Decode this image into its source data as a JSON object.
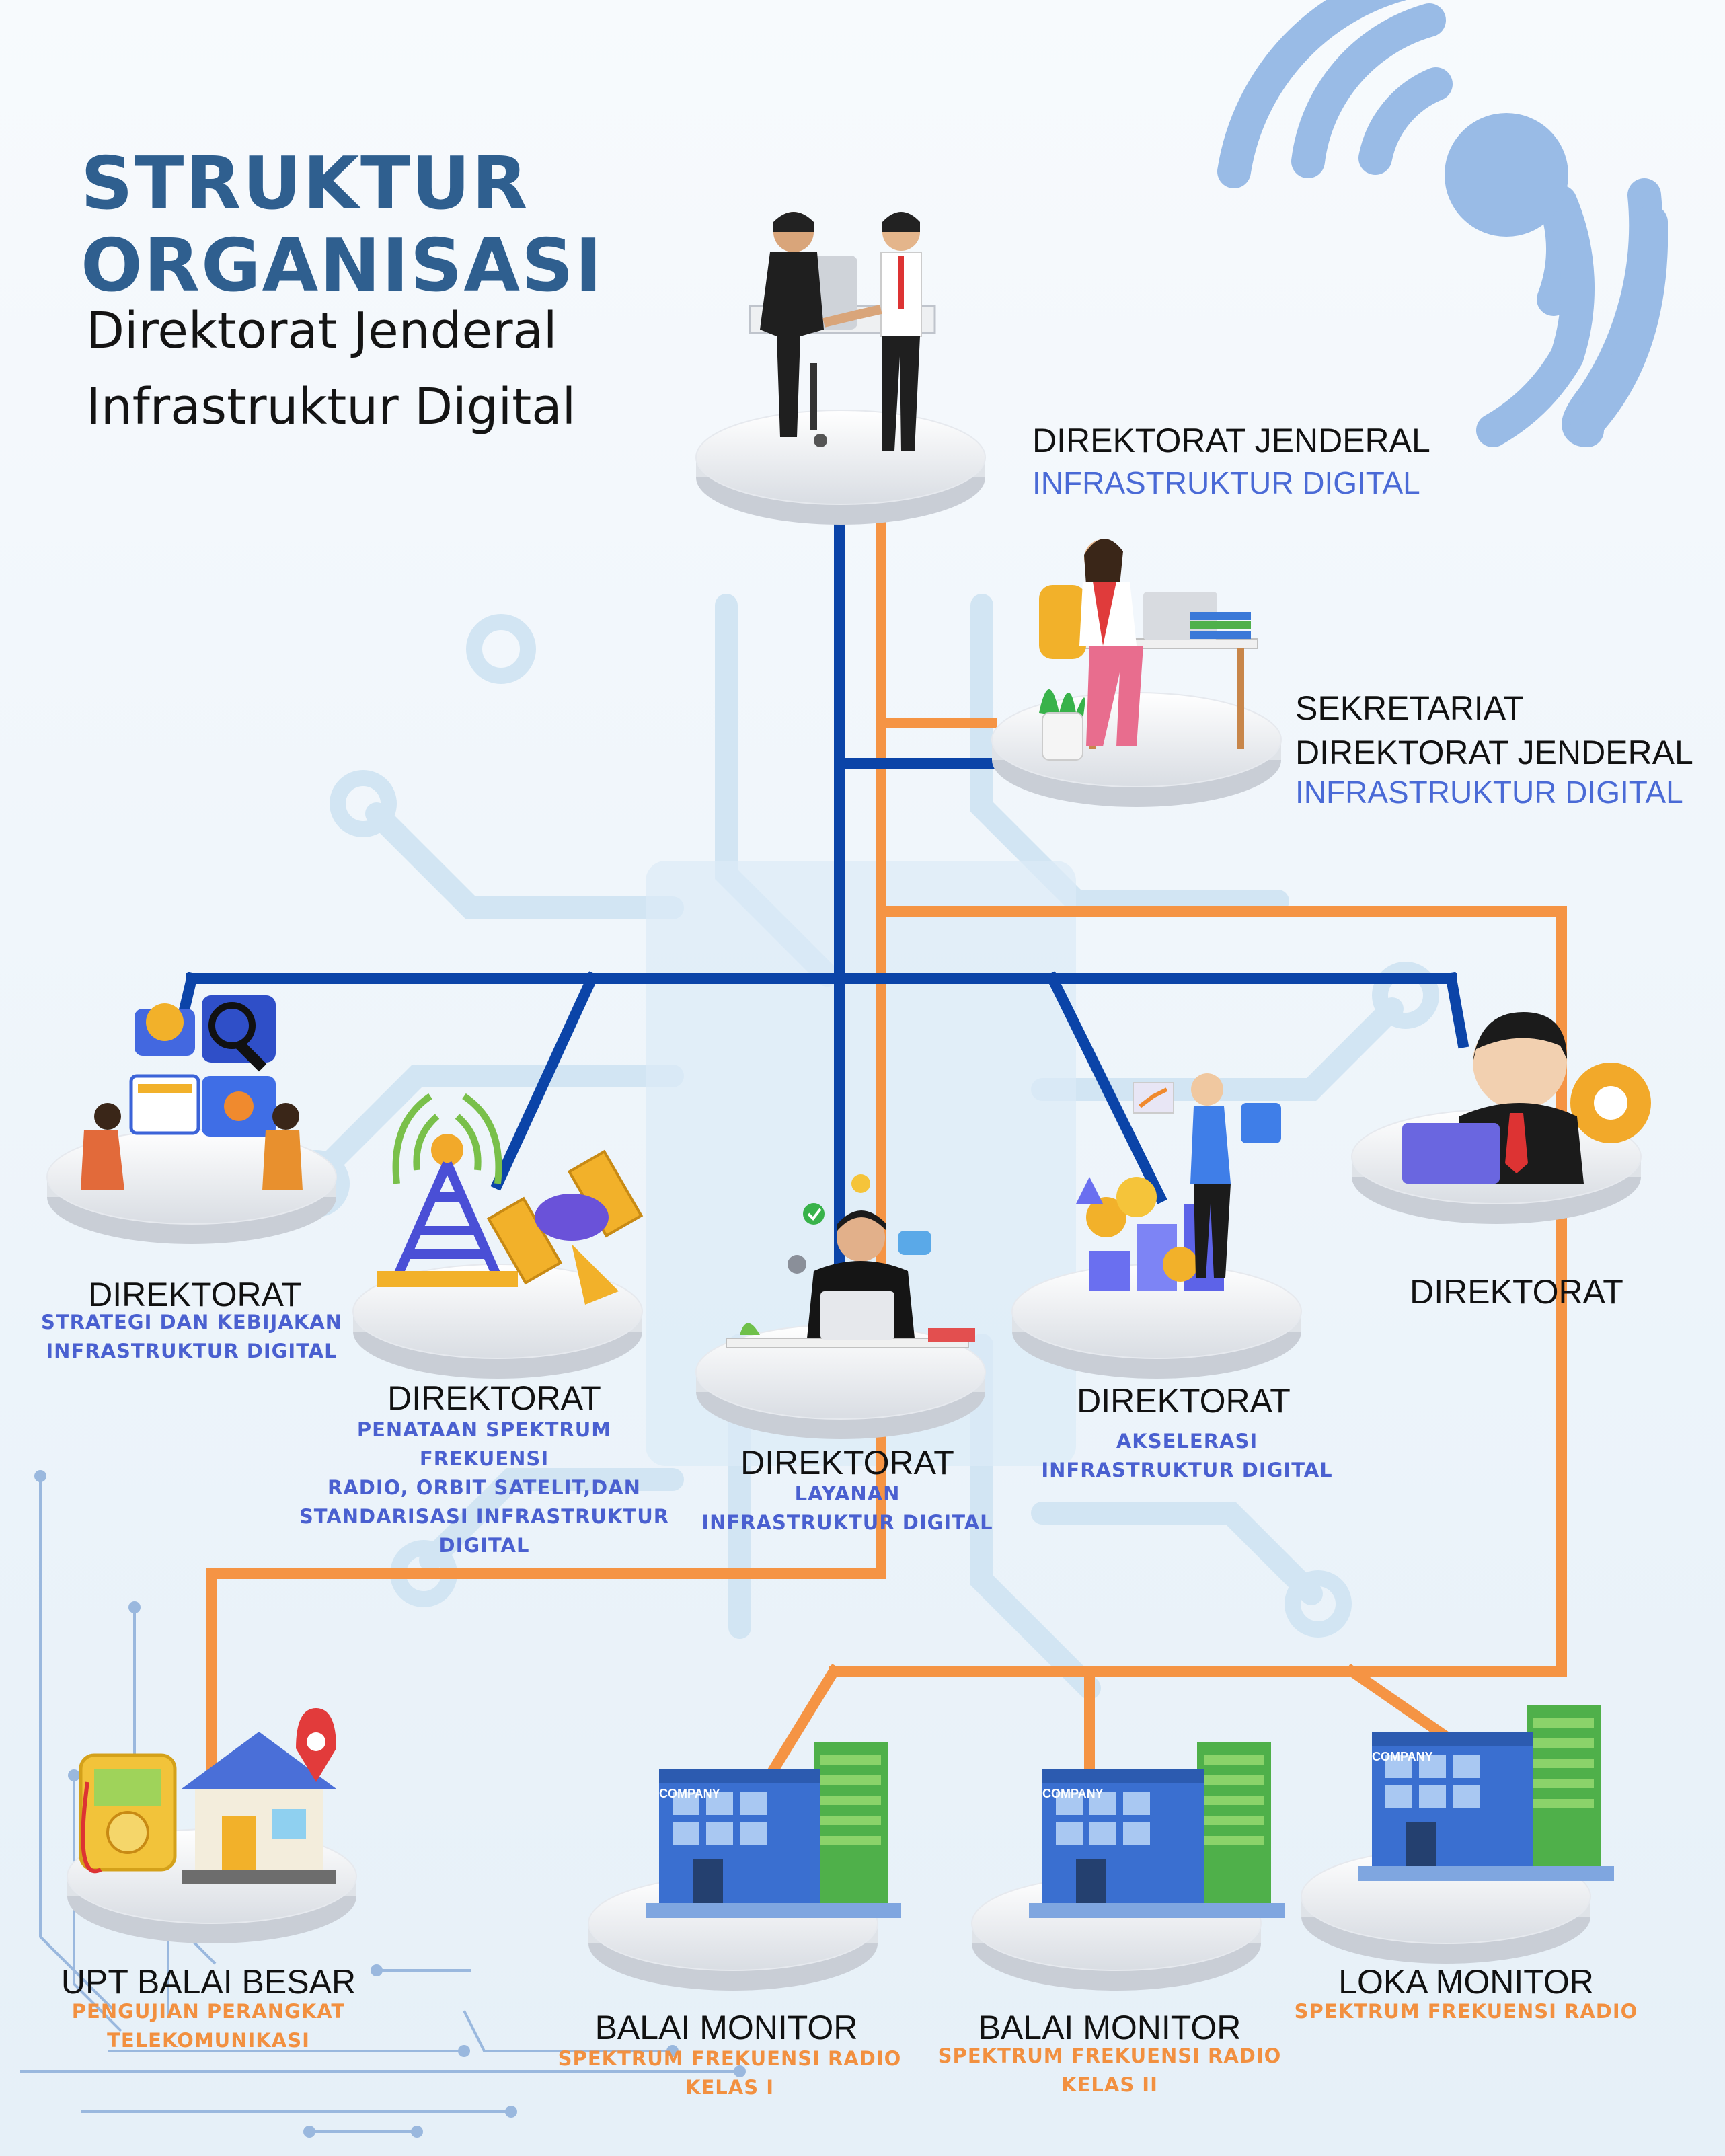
{
  "title": {
    "line1": "STRUKTUR",
    "line2": "ORGANISASI",
    "sub1": "Direktorat Jenderal",
    "sub2": "Infrastruktur Digital"
  },
  "colors": {
    "title": "#2f5f8f",
    "blue_line": "#0b44a8",
    "orange_line": "#f59444",
    "accent_blue_text": "#4a6ad6",
    "orange_text": "#f29040",
    "wifi": "#99bbe6"
  },
  "nodes": {
    "dirjen": {
      "line1": "DIREKTORAT JENDERAL",
      "line2": "INFRASTRUKTUR DIGITAL",
      "icon": "handshake-icon"
    },
    "sekretariat": {
      "line1": "SEKRETARIAT",
      "line2": "DIREKTORAT JENDERAL",
      "line3": "INFRASTRUKTUR DIGITAL",
      "icon": "office-desk-icon"
    },
    "dir_strategi": {
      "title": "DIREKTORAT",
      "desc1": "STRATEGI DAN KEBIJAKAN",
      "desc2": "INFRASTRUKTUR DIGITAL",
      "icon": "puzzle-team-icon"
    },
    "dir_spektrum": {
      "title": "DIREKTORAT",
      "desc1": "PENATAAN SPEKTRUM FREKUENSI",
      "desc2": "RADIO, ORBIT SATELIT,DAN",
      "desc3": "STANDARISASI INFRASTRUKTUR",
      "desc4": "DIGITAL",
      "icon": "tower-satellite-icon"
    },
    "dir_layanan": {
      "title": "DIREKTORAT",
      "desc1": "LAYANAN",
      "desc2": "INFRASTRUKTUR DIGITAL",
      "icon": "laptop-worker-icon"
    },
    "dir_akselerasi": {
      "title": "DIREKTORAT",
      "desc1": "AKSELERASI",
      "desc2": "INFRASTRUKTUR DIGITAL",
      "icon": "growth-chart-icon"
    },
    "dir_5": {
      "title": "DIREKTORAT",
      "icon": "manager-gear-icon"
    },
    "upt": {
      "title": "UPT BALAI BESAR",
      "desc1": "PENGUJIAN PERANGKAT",
      "desc2": "TELEKOMUNIKASI",
      "icon": "house-multimeter-icon"
    },
    "balai1": {
      "title": "BALAI MONITOR",
      "desc1": "SPEKTRUM FREKUENSI RADIO",
      "desc2": "KELAS I",
      "building_label": "COMPANY",
      "icon": "company-building-icon"
    },
    "balai2": {
      "title": "BALAI MONITOR",
      "desc1": "SPEKTRUM FREKUENSI RADIO",
      "desc2": "KELAS II",
      "building_label": "COMPANY",
      "icon": "company-building-icon"
    },
    "loka": {
      "title": "LOKA MONITOR",
      "desc1": "SPEKTRUM FREKUENSI RADIO",
      "building_label": "COMPANY",
      "icon": "company-building-icon"
    }
  }
}
